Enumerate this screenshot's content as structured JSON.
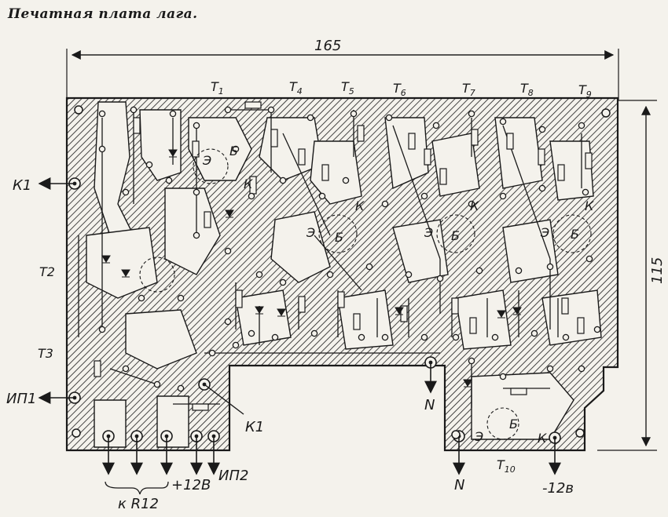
{
  "title": "Печатная плата лага.",
  "dimensions": {
    "width": "165",
    "height": "115"
  },
  "transistors": [
    "T",
    "T",
    "T",
    "T",
    "T",
    "T",
    "T",
    "T",
    "T",
    "T"
  ],
  "transistor_subs": [
    "1",
    "4",
    "5",
    "6",
    "7",
    "8",
    "9",
    "2",
    "3",
    "10"
  ],
  "side_labels": {
    "k1_left": "К1",
    "t2": "Т2",
    "t3": "Т3",
    "ip1": "ИП1",
    "k1_bottom": "К1",
    "n_mid": "N",
    "n_bottom": "N",
    "minus12": "-12в",
    "plus12": "+12В",
    "ip2": "ИП2",
    "kr12": "к R12"
  },
  "pin_letters": [
    "Б",
    "К",
    "Э",
    "Б",
    "К",
    "Э",
    "Б",
    "К",
    "Э",
    "Б",
    "К",
    "Э",
    "Б",
    "К",
    "Э"
  ],
  "colors": {
    "ink": "#1a1a1a",
    "paper": "#f4f2ec"
  }
}
